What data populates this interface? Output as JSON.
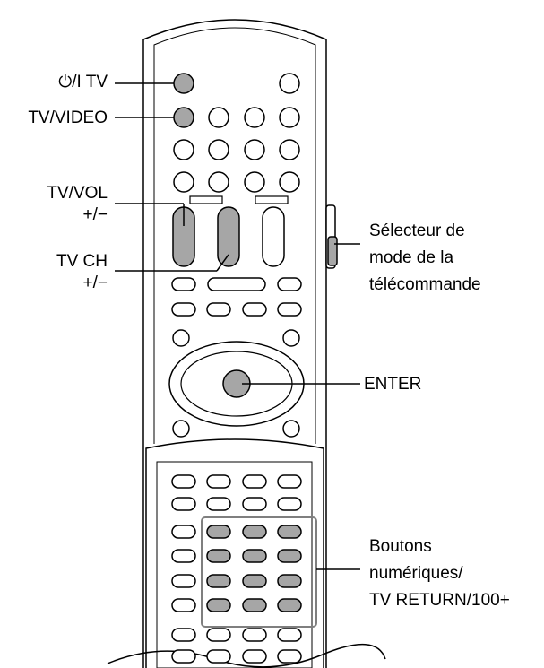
{
  "labels": {
    "power_tv": "⏻/I TV",
    "tv_video": "TV/VIDEO",
    "tv_vol": "TV/VOL",
    "tv_vol_pm": "+/−",
    "tv_ch": "TV CH",
    "tv_ch_pm": "+/−",
    "selector_line1": "Sélecteur de",
    "selector_line2": "mode de la",
    "selector_line3": "télécommande",
    "enter": "ENTER",
    "numeric_line1": "Boutons",
    "numeric_line2": "numériques/",
    "numeric_line3": "TV RETURN/100+"
  },
  "colors": {
    "outline": "#000000",
    "highlight": "#a6a6a6",
    "background": "#ffffff",
    "frame": "#7f7f7f"
  }
}
